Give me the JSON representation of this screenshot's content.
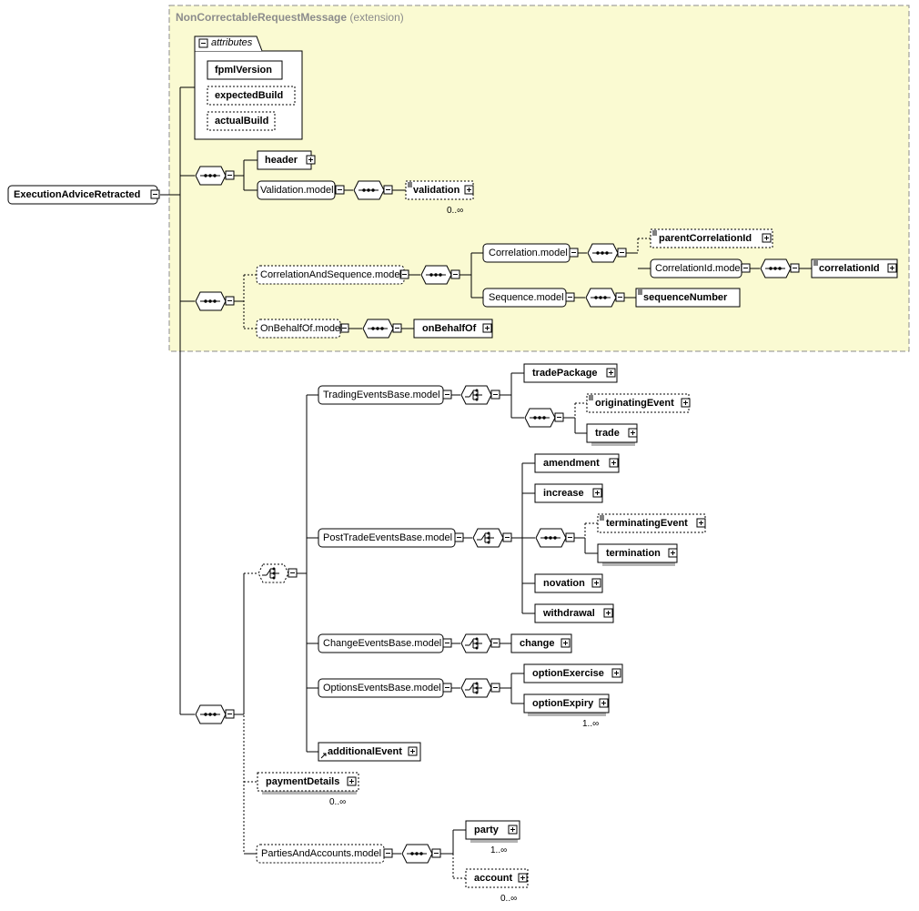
{
  "extension": {
    "name": "NonCorrectableRequestMessage",
    "kind": "(extension)",
    "attributes_title": "attributes",
    "attributes": [
      "fpmlVersion",
      "expectedBuild",
      "actualBuild"
    ]
  },
  "root": "ExecutionAdviceRetracted",
  "elements": {
    "header": "header",
    "validation_model": "Validation.model",
    "validation": "validation",
    "correlation_and_sequence_model": "CorrelationAndSequence.model",
    "correlation_model": "Correlation.model",
    "parent_correlation_id": "parentCorrelationId",
    "correlation_id_model": "CorrelationId.model",
    "correlation_id": "correlationId",
    "sequence_model": "Sequence.model",
    "sequence_number": "sequenceNumber",
    "on_behalf_of_model": "OnBehalfOf.model",
    "on_behalf_of": "onBehalfOf",
    "trading_events_base_model": "TradingEventsBase.model",
    "trade_package": "tradePackage",
    "originating_event": "originatingEvent",
    "trade": "trade",
    "post_trade_events_base_model": "PostTradeEventsBase.model",
    "amendment": "amendment",
    "increase": "increase",
    "terminating_event": "terminatingEvent",
    "termination": "termination",
    "novation": "novation",
    "withdrawal": "withdrawal",
    "change_events_base_model": "ChangeEventsBase.model",
    "change": "change",
    "options_events_base_model": "OptionsEventsBase.model",
    "option_exercise": "optionExercise",
    "option_expiry": "optionExpiry",
    "additional_event": "additionalEvent",
    "payment_details": "paymentDetails",
    "parties_and_accounts_model": "PartiesAndAccounts.model",
    "party": "party",
    "account": "account"
  },
  "occurrences": {
    "validation": "0..∞",
    "option_expiry": "1..∞",
    "payment_details": "0..∞",
    "party": "1..∞",
    "account": "0..∞"
  },
  "colors": {
    "extension_fill": "#fafad2",
    "extension_border": "#8c8c8c",
    "line": "#000000",
    "box_fill": "#ffffff",
    "shadow": "#b4b4b4"
  }
}
